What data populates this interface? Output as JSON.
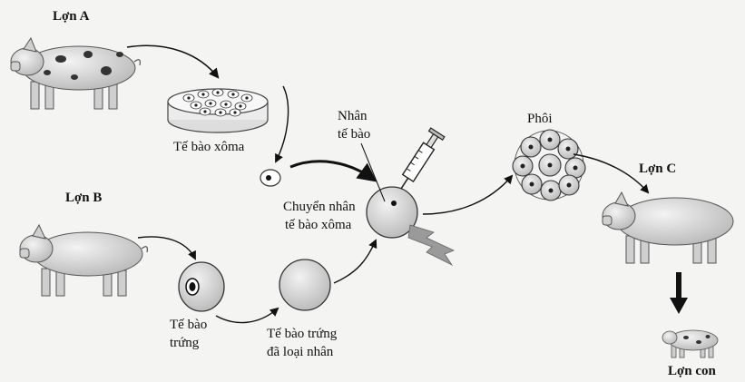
{
  "labels": {
    "pig_a": "Lợn A",
    "pig_b": "Lợn B",
    "pig_c": "Lợn C",
    "piglet": "Lợn con",
    "somatic_culture": "Tế bào xôma",
    "nucleus_line1": "Nhân",
    "nucleus_line2": "tế bào",
    "transfer_line1": "Chuyển nhân",
    "transfer_line2": "tế bào xôma",
    "egg_line1": "Tế bào",
    "egg_line2": "trứng",
    "enucleated_line1": "Tế bào trứng",
    "enucleated_line2": "đã loại nhân",
    "embryo": "Phôi"
  }
}
